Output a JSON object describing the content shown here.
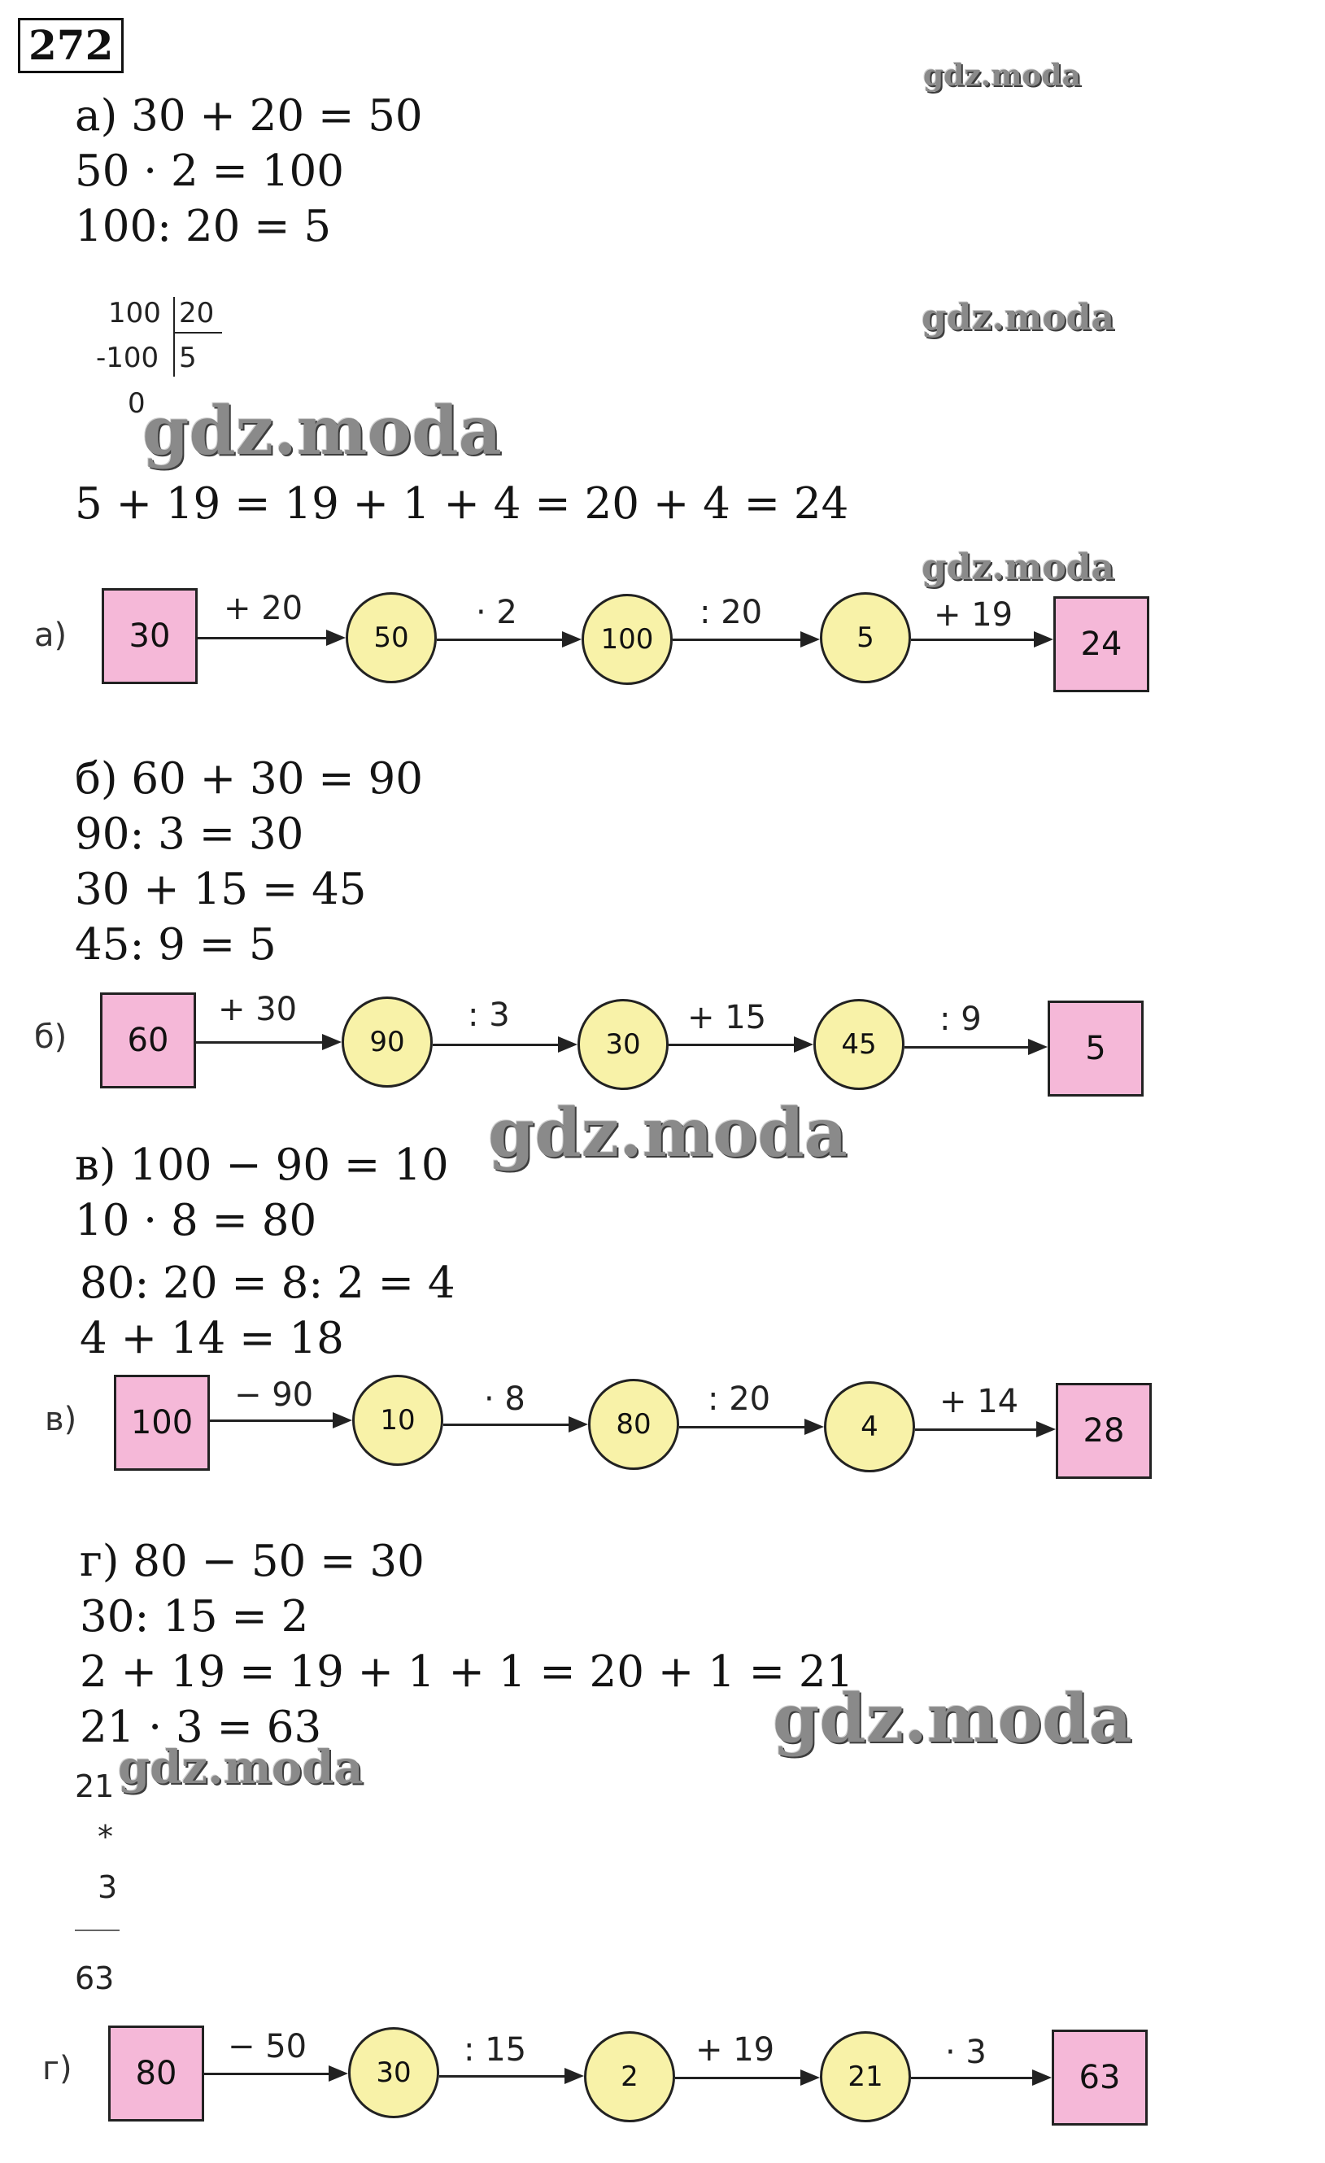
{
  "task_number": "272",
  "watermark": "gdz.moda",
  "part_a": {
    "lines": [
      "а) 30 + 20 = 50",
      "50 · 2 = 100",
      "100: 20 = 5"
    ],
    "long_division": {
      "dividend": "100",
      "divisor": "20",
      "subtracted": "-100",
      "quotient": "5",
      "remainder": "0"
    },
    "extra_line": "5 + 19 = 19 + 1 + 4 = 20 + 4 = 24",
    "chain": {
      "label": "а)",
      "start": "30",
      "circles": [
        "50",
        "100",
        "5"
      ],
      "end": "24",
      "ops": [
        "+ 20",
        "· 2",
        ": 20",
        "+ 19"
      ]
    }
  },
  "part_b": {
    "lines": [
      "б) 60 + 30 = 90",
      "90: 3 = 30",
      "30 + 15 = 45",
      "45: 9 = 5"
    ],
    "chain": {
      "label": "б)",
      "start": "60",
      "circles": [
        "90",
        "30",
        "45"
      ],
      "end": "5",
      "ops": [
        "+ 30",
        ": 3",
        "+ 15",
        ": 9"
      ]
    }
  },
  "part_v": {
    "lines": [
      "в) 100 − 90 = 10",
      "10 · 8 = 80",
      "80: 20 = 8: 2 = 4",
      "4 + 14 = 18"
    ],
    "chain": {
      "label": "в)",
      "start": "100",
      "circles": [
        "10",
        "80",
        "4"
      ],
      "end": "28",
      "ops": [
        "− 90",
        "· 8",
        ": 20",
        "+ 14"
      ]
    }
  },
  "part_g": {
    "lines": [
      "г) 80 − 50 = 30",
      "30: 15 = 2",
      "2 + 19 = 19 + 1 + 1 = 20 + 1 = 21",
      "21 · 3 = 63"
    ],
    "column_mult": {
      "top": "21",
      "sign": "*",
      "bottom": "3",
      "result": "63"
    },
    "chain": {
      "label": "г)",
      "start": "80",
      "circles": [
        "30",
        "2",
        "21"
      ],
      "end": "63",
      "ops": [
        "− 50",
        ": 15",
        "+ 19",
        "· 3"
      ]
    }
  }
}
